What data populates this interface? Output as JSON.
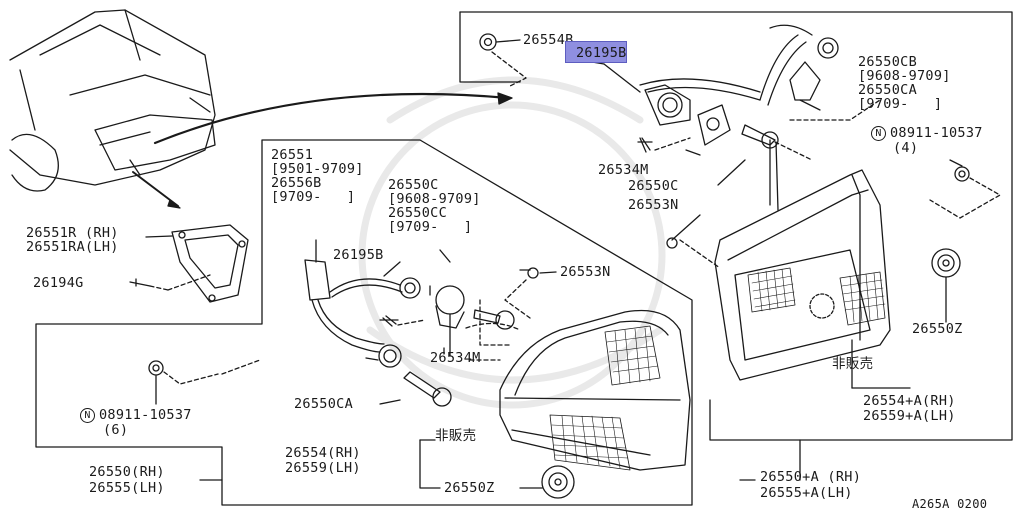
{
  "diagram": {
    "watermark_text": "",
    "labels": {
      "p26554B": "26554B",
      "p26195B_top": "26195B",
      "p26550CB": "26550CB",
      "p26550CB_range": "[9608-9709]",
      "p26550CA_top": "26550CA",
      "p26550CA_top_range": "[9709-   ]",
      "nut_n": "N",
      "nut_top": "08911-10537",
      "nut_top_qty": "(4)",
      "p26534M_top": "26534M",
      "p26550C_top": "26550C",
      "p26553N_top": "26553N",
      "p26551": "26551",
      "p26551_range": "[9501-9709]",
      "p26556B": "26556B",
      "p26556B_range": "[9709-   ]",
      "p26550C_mid": "26550C",
      "p26550C_mid_range": "[9608-9709]",
      "p26550CC": "26550CC",
      "p26550CC_range": "[9709-   ]",
      "p26195B_mid": "26195B",
      "p26553N_mid": "26553N",
      "p26534M_mid": "26534M",
      "p26551R": "26551R (RH)",
      "p26551RA": "26551RA(LH)",
      "p26194G": "26194G",
      "nut_left": "08911-10537",
      "nut_left_qty": "(6)",
      "p26550CA_mid": "26550CA",
      "p26554_rh": "26554(RH)",
      "p26559_lh": "26559(LH)",
      "hihanbai_left": "非販売",
      "p26550Z_left": "26550Z",
      "p26550_rh": "26550(RH)",
      "p26555_lh": "26555(LH)",
      "hihanbai_right": "非販売",
      "p26550Z_right": "26550Z",
      "p26554A_rh": "26554+A(RH)",
      "p26559A_lh": "26559+A(LH)",
      "p26550A_rh": "26550+A (RH)",
      "p26555A_lh": "26555+A(LH)",
      "ref_code": "A265A 0200"
    }
  }
}
